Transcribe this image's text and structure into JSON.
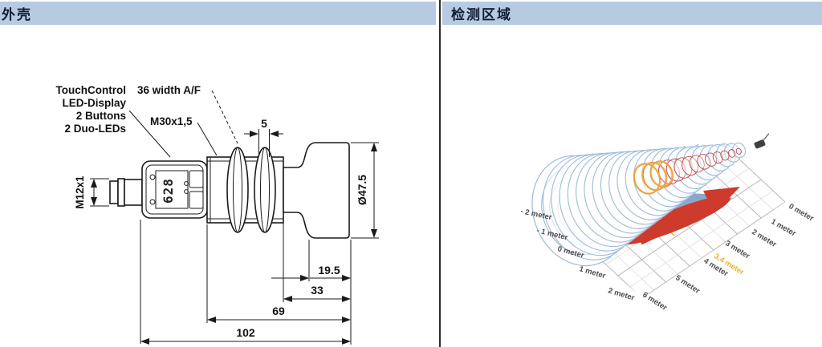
{
  "header": {
    "left_title": "外壳",
    "right_title": "检测区域",
    "bar_color": "#b6cbe1"
  },
  "housing": {
    "callouts": [
      "TouchControl",
      "LED-Display",
      "2 Buttons",
      "2 Duo-LEDs"
    ],
    "wrench_label": "36 width A/F",
    "thread_label": "M30x1,5",
    "connector_label": "M12x1",
    "display_value": "628",
    "dims": {
      "groove_width": "5",
      "head_diameter": "Ø47.5",
      "head_length": "19.5",
      "front_length": "33",
      "body_length": "69",
      "overall_length": "102"
    }
  },
  "detection": {
    "lateral_labels": [
      "- 2 meter",
      "- 1 meter",
      "0 meter",
      "1 meter",
      "2 meter"
    ],
    "distance_labels": [
      "0 meter",
      "1 meter",
      "2 meter",
      "3 meter",
      "3,4 meter",
      "4 meter",
      "5 meter",
      "6 meter"
    ],
    "highlight_index": 4,
    "colors": {
      "highlight": "#f0b429",
      "cone": "#9cbade",
      "inner_beam": "#c24343",
      "arrow": "#ce3a2b",
      "floor_shadow": "#7e9ec6",
      "orange_ring": "#eda43c"
    }
  },
  "chart_data": {
    "type": "area",
    "title": "检测区域",
    "distance_axis": {
      "unit": "meter",
      "range": [
        0,
        6
      ],
      "tick_step": 1,
      "highlight_value": "3,4"
    },
    "lateral_axis": {
      "unit": "meter",
      "range": [
        -2,
        2
      ],
      "tick_step": 1
    },
    "notes": "3D ultrasonic detection lobe with floor projection; highlighted operating range 3,4 meter"
  }
}
